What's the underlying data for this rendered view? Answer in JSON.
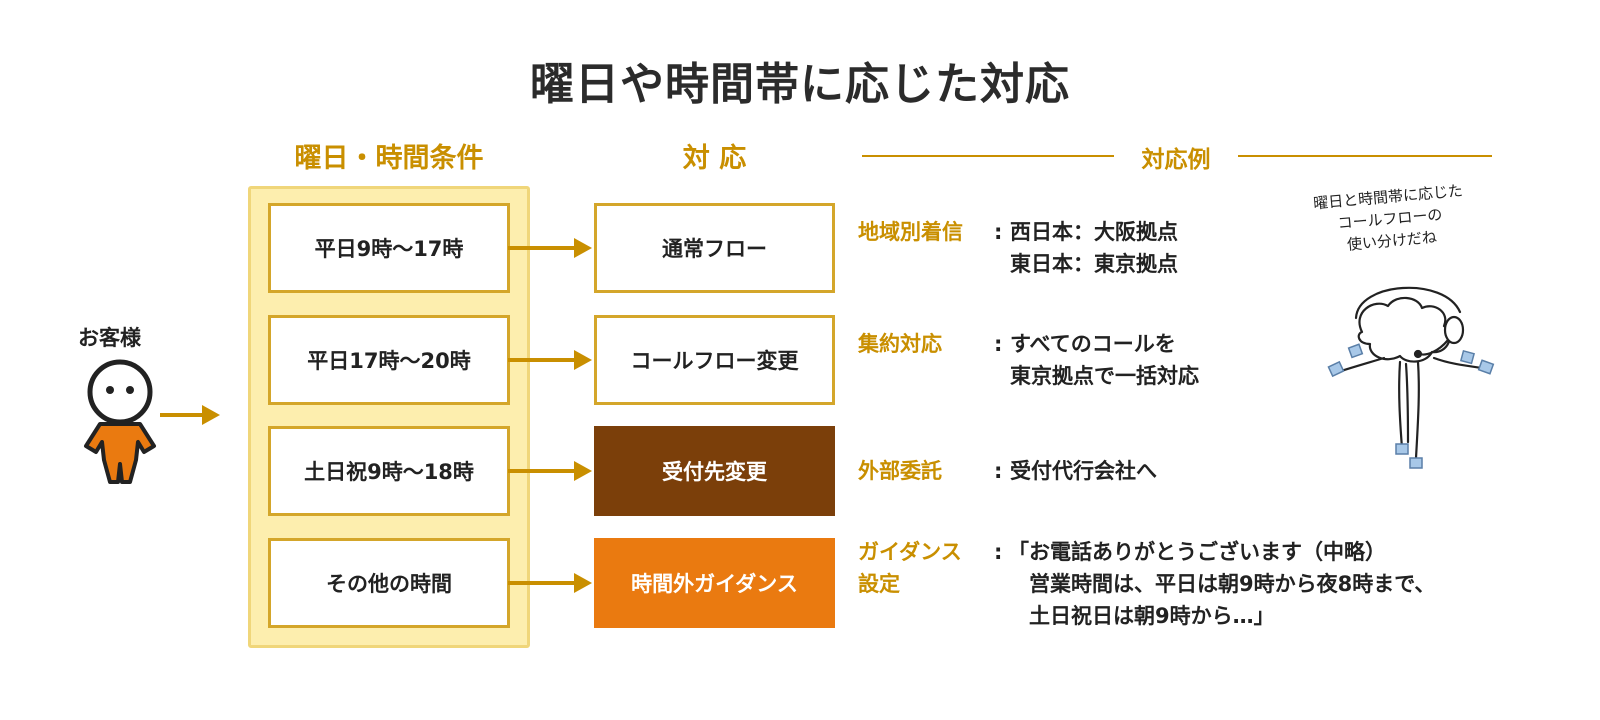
{
  "title": "曜日や時間帯に応じた対応",
  "headers": {
    "conditions": "曜日・時間条件",
    "response": "対 応",
    "examples": "対応例"
  },
  "customer": {
    "label": "お客様",
    "shirt_color": "#ea7a10"
  },
  "colors": {
    "accent": "#c98f00",
    "panel": "#fdeeae",
    "brown": "#7b3f0a",
    "orange": "#ea7a10"
  },
  "rows": [
    {
      "condition": "平日9時～17時",
      "response": "通常フロー",
      "example_label": "地域別着信",
      "example_text": "西日本：大阪拠点\n東日本：東京拠点"
    },
    {
      "condition": "平日17時～20時",
      "response": "コールフロー変更",
      "example_label": "集約対応",
      "example_text": "すべてのコールを\n東京拠点で一括対応"
    },
    {
      "condition": "土日祝9時～18時",
      "response": "受付先変更",
      "example_label": "外部委託",
      "example_text": "受付代行会社へ"
    },
    {
      "condition": "その他の時間",
      "response": "時間外ガイダンス",
      "example_label": "ガイダンス\n設定",
      "example_text": "「お電話ありがとうございます（中略）\n　営業時間は、平日は朝9時から夜8時まで、\n　土日祝日は朝9時から…」"
    }
  ],
  "note": "曜日と時間帯に応じた\nコールフローの\n使い分けだね"
}
